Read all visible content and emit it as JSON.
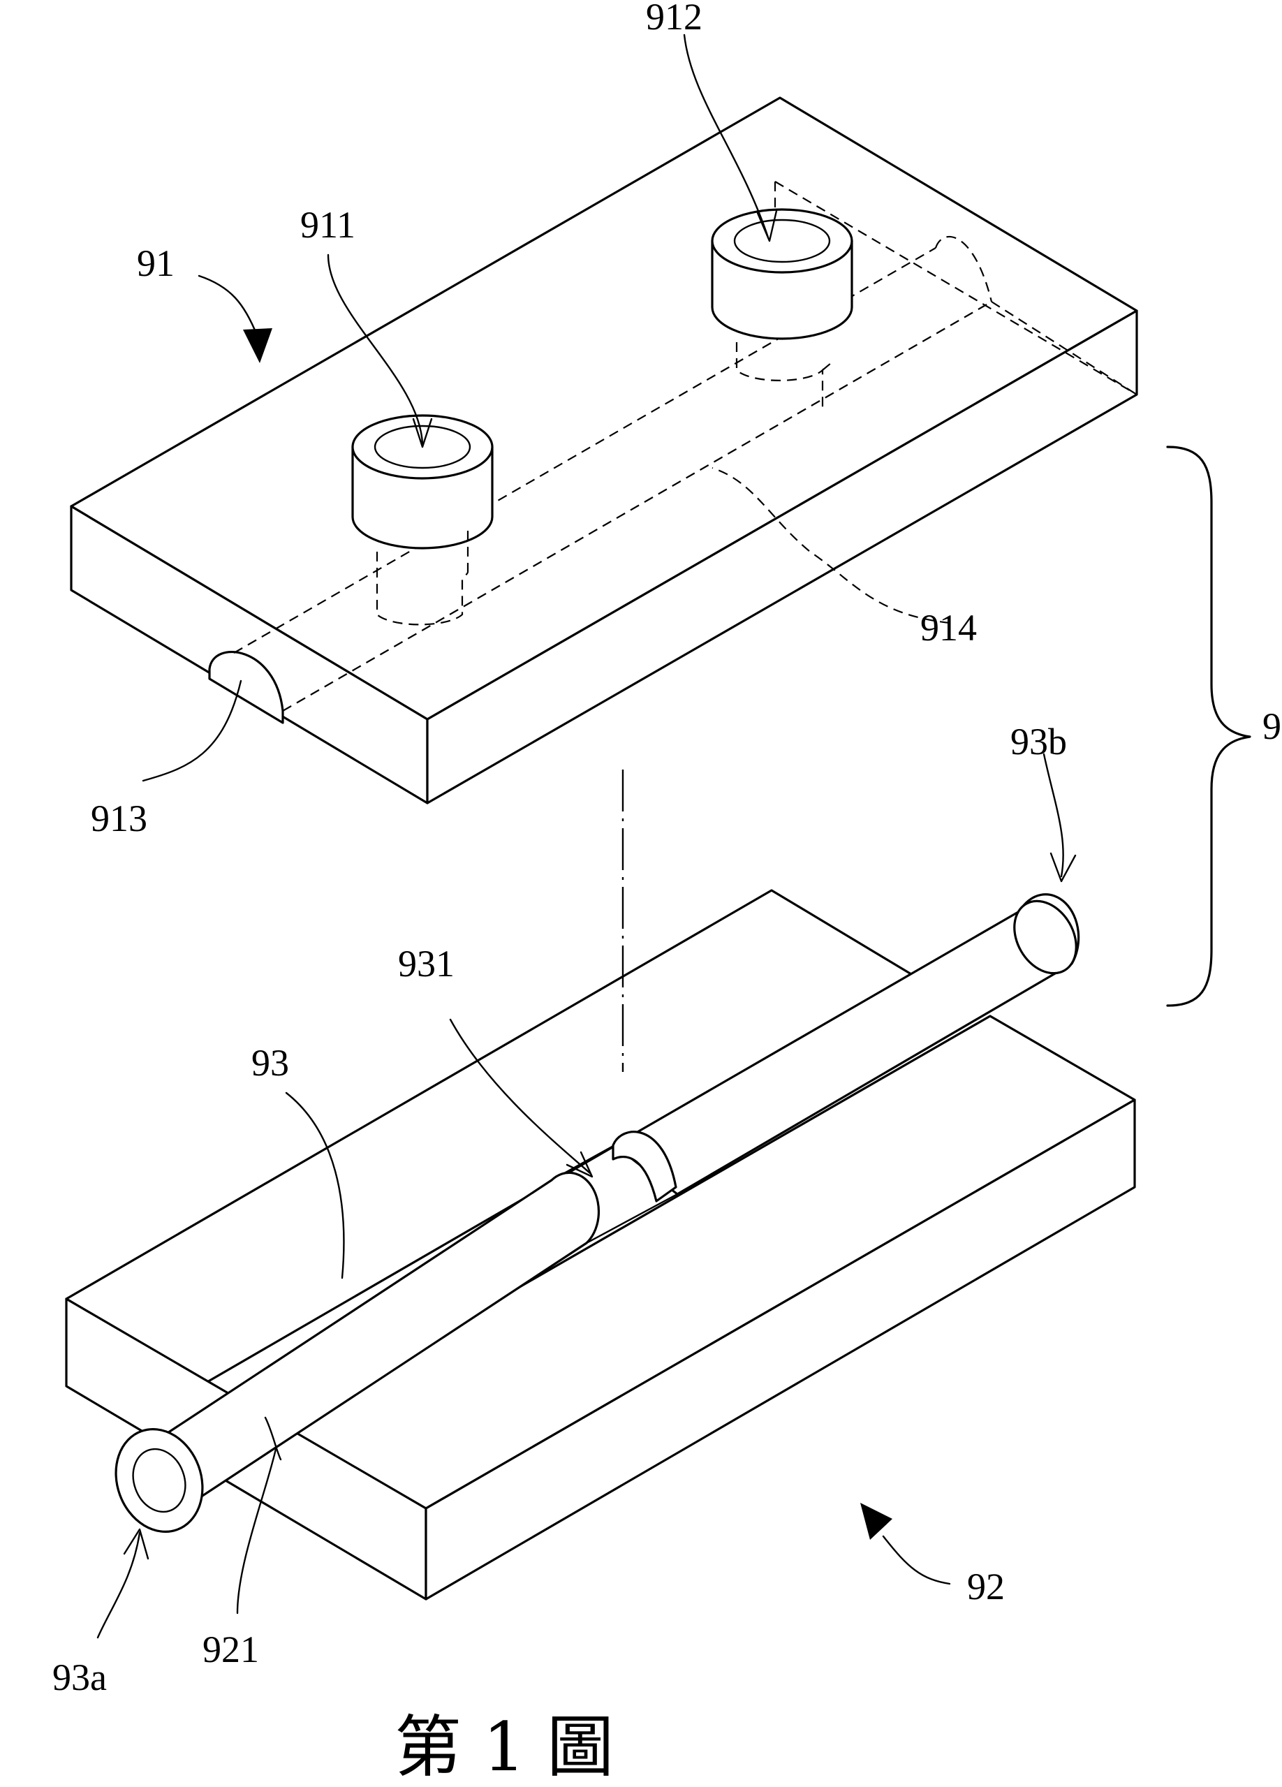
{
  "figure": {
    "caption": "第 1 圖"
  },
  "labels": {
    "part_91": "91",
    "hole_911": "911",
    "hole_912": "912",
    "groove_913": "913",
    "channel_914": "914",
    "assembly_9": "9",
    "pipe_end_93b": "93b",
    "slot_931": "931",
    "pipe_93": "93",
    "base_92": "92",
    "pipe_end_93a": "93a",
    "groove_921": "921"
  }
}
